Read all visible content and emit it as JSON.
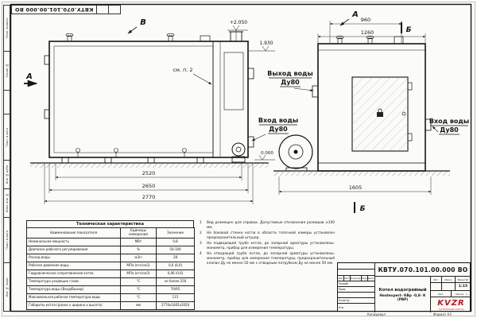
{
  "doc_number": "КВТУ.070.101.00.000  ВО",
  "frame": {
    "left_labels": [
      {
        "label": "Перв. примен."
      },
      {
        "label": "Справ. №"
      },
      {
        "label": ""
      },
      {
        "label": "Подп. и дата"
      },
      {
        "label": "Инв. № дубл."
      },
      {
        "label": "Взам. инв. №"
      },
      {
        "label": "Подп. и дата"
      },
      {
        "label": "Инв. № подл."
      }
    ],
    "copied_label": "Копировал",
    "format_label": "Формат А3"
  },
  "views": {
    "front_label": "В",
    "side_label": "А",
    "section_a": "А",
    "section_b_top": "Б",
    "section_b_bottom": "Б",
    "note_ref": "см. п. 2",
    "level_top": "+2.050",
    "level_mid": "1.930",
    "level_zero": "0.000",
    "dim_2520": "2520",
    "dim_2650": "2650",
    "dim_2770": "2770",
    "dim_960": "960",
    "dim_1260": "1260",
    "dim_1605": "1605",
    "outlet_line1": "Выход воды",
    "outlet_line2": "Ду80",
    "inlet_line1": "Вход воды",
    "inlet_line2": "Ду80",
    "inlet2_line1": "Вход воды",
    "inlet2_line2": "Ду80"
  },
  "tech_table": {
    "title": "Техническая характеристика",
    "headers": [
      "Наименование показателя",
      "Единицы измерения",
      "Значение"
    ],
    "rows": [
      [
        "Номинальная мощность",
        "МВт",
        "0,8"
      ],
      [
        "Диапазон рабочего регулирования",
        "%",
        "50-100"
      ],
      [
        "Расход воды",
        "м3/ч",
        "28"
      ],
      [
        "Рабочее давление воды",
        "МПа (кгс/см2)",
        "0,6 (6,0)"
      ],
      [
        "Гидравлическое сопротивление котла",
        "МПа (кгс/см2)",
        "0,06 (0,6)"
      ],
      [
        "Температура уходящих газов",
        "°С",
        "не более 250"
      ],
      [
        "Температура воды (Вход/Выход)",
        "°С",
        "70/95"
      ],
      [
        "Максимальная рабочая температура воды",
        "°С",
        "115"
      ],
      [
        "Габариты котла (длина х ширина х высота)",
        "мм",
        "2770х1605х2050"
      ]
    ]
  },
  "notes": {
    "items": [
      {
        "n": "1",
        "text": "Вид размещен для справок. Допустимые отклонения размеров ±100 мм."
      },
      {
        "n": "2",
        "text": "На боковой стенке котла в области топочной камеры установлен предохранительный штуцер."
      },
      {
        "n": "3",
        "text": "На подводящей трубе котла, до запорной арматуры установлены: манометр, прибор для измерения температуры."
      },
      {
        "n": "4",
        "text": "На отводящей трубе котла, до запорной арматуры установлены: манометр, прибор для измерения температуры, предохранительный клапан Ду не менее 50 мм с отводным патрубком Ду не менее 50 мм."
      }
    ]
  },
  "title_block": {
    "doc_number": "КВТУ.070.101.00.000  ВО",
    "name_line1": "Котел водогрейный",
    "name_line2": "Heatexpert- КВр -0,8- К (РВР)",
    "header_cells": [
      "Изм.",
      "Лист",
      "№ докум.",
      "Подп.",
      "Дата"
    ],
    "roles": [
      "Разраб.",
      "Пров.",
      "",
      "Н.контр.",
      "Утв."
    ],
    "lit_label": "Лит.",
    "mass_label": "Масса",
    "scale_label": "Масштаб",
    "scale_value": "1:15",
    "sheet_label": "Лист",
    "sheets_label": "Листов",
    "sheets_value": "1",
    "logo_text": "KVZR",
    "logo_sub": "КОТЕЛЬНЫЙ ЗАВОД"
  }
}
